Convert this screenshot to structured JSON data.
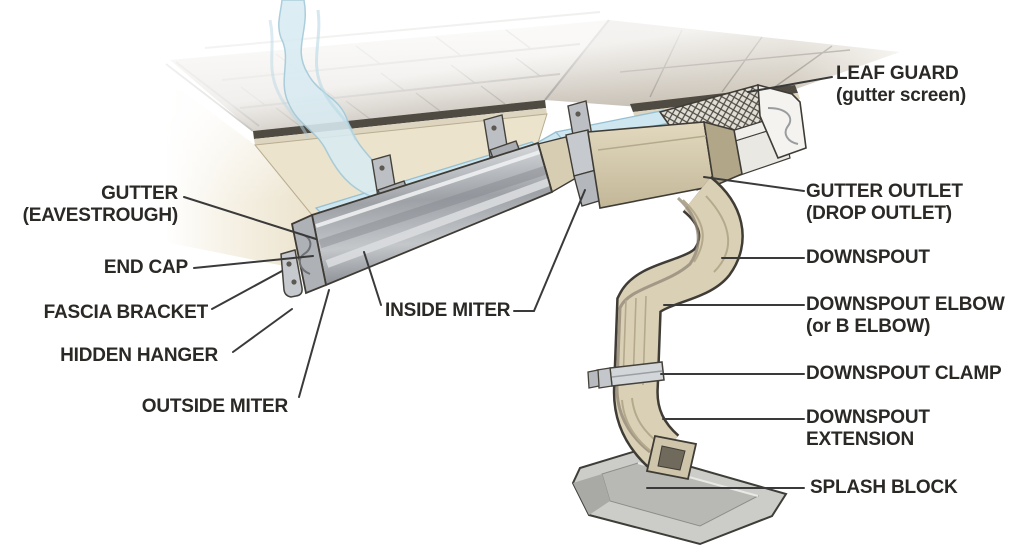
{
  "diagram": {
    "labels": {
      "gutter": [
        "GUTTER",
        "(EAVESTROUGH)"
      ],
      "end_cap": "END CAP",
      "fascia_bracket": "FASCIA BRACKET",
      "hidden_hanger": "HIDDEN HANGER",
      "outside_miter": "OUTSIDE MITER",
      "inside_miter": "INSIDE MITER",
      "leaf_guard": [
        "LEAF GUARD",
        "(gutter screen)"
      ],
      "gutter_outlet": [
        "GUTTER OUTLET",
        "(DROP OUTLET)"
      ],
      "downspout": "DOWNSPOUT",
      "downspout_elbow": [
        "DOWNSPOUT ELBOW",
        "(or B ELBOW)"
      ],
      "downspout_clamp": "DOWNSPOUT CLAMP",
      "downspout_extension": [
        "DOWNSPOUT",
        "EXTENSION"
      ],
      "splash_block": "SPLASH BLOCK"
    },
    "colors": {
      "background": "#ffffff",
      "label_text": "#2b2926",
      "leader_line": "#3a3a3a",
      "roof_shingle": "#a59a8a",
      "fascia_cream": "#ece3cc",
      "gutter_gray": "#c5c8cb",
      "water_blue": "#cde6ef",
      "downspout_tan": "#d8cfb5",
      "splash_block_gray": "#c9cac6"
    }
  }
}
